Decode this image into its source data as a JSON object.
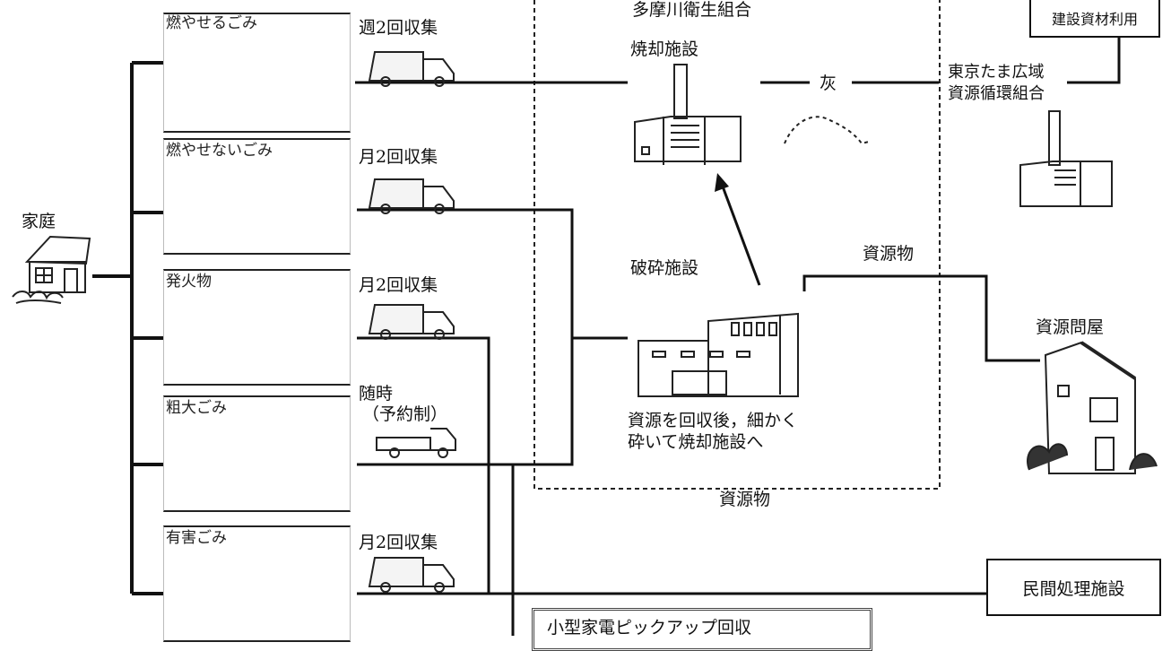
{
  "home": {
    "label": "家庭"
  },
  "categories": [
    {
      "title": "燃やせるごみ",
      "collection": "週2回収集"
    },
    {
      "title": "燃やせないごみ",
      "collection": "月2回収集"
    },
    {
      "title": "発火物",
      "collection": "月2回収集"
    },
    {
      "title": "粗大ごみ",
      "collection_line1": "随時",
      "collection_line2": "（予約制）"
    },
    {
      "title": "有害ごみ",
      "collection": "月2回収集"
    }
  ],
  "union": {
    "name": "多摩川衛生組合",
    "incinerator": "焼却施設",
    "ash": "灰",
    "crusher": "破砕施設",
    "crusher_note_line1": "資源を回収後，細かく",
    "crusher_note_line2": "砕いて焼却施設へ",
    "resources_below": "資源物"
  },
  "tokyo_tama": {
    "line1": "東京たま広域",
    "line2": "資源循環組合"
  },
  "building_material": "建設資材利用",
  "resources_right": "資源物",
  "dealer": "資源問屋",
  "private_facility": "民間処理施設",
  "small_appliance": "小型家電ピックアップ回収"
}
